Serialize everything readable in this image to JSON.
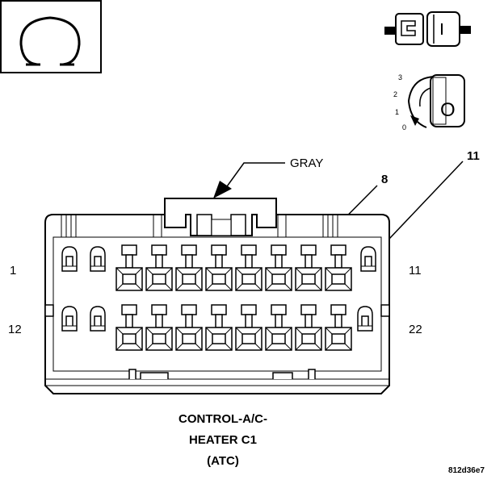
{
  "wire_color": "GRAY",
  "pin_callouts": {
    "upper": "11",
    "lower": "8"
  },
  "row_labels": {
    "top_left": "1",
    "top_right": "11",
    "bottom_left": "12",
    "bottom_right": "22"
  },
  "title_lines": [
    "CONTROL-A/C-",
    "HEATER C1",
    "(ATC)"
  ],
  "figure_code": "812d36e7",
  "ignition_positions": [
    "3",
    "2",
    "1",
    "0"
  ],
  "switch_glyph": "O",
  "colors": {
    "line": "#000000",
    "background": "#ffffff"
  }
}
